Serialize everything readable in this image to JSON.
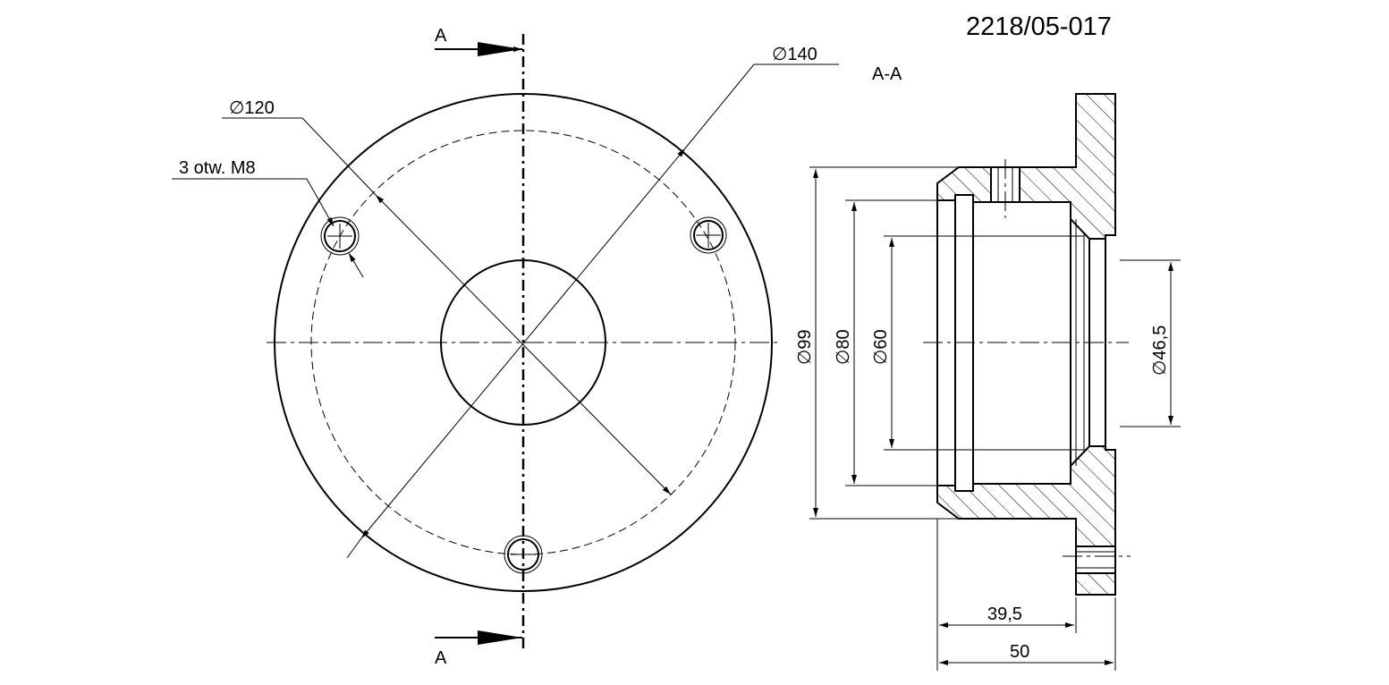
{
  "drawing_number": "2218/05-017",
  "section_title": "A-A",
  "cut_label_top": "A",
  "cut_label_bottom": "A",
  "front_view": {
    "dia_120": "∅120",
    "holes": "3 otw. M8",
    "dia_140": "∅140"
  },
  "section_view": {
    "dia_99": "∅99",
    "dia_80": "∅80",
    "dia_60": "∅60",
    "dia_46_5": "∅46,5",
    "len_39_5": "39,5",
    "len_50": "50"
  }
}
